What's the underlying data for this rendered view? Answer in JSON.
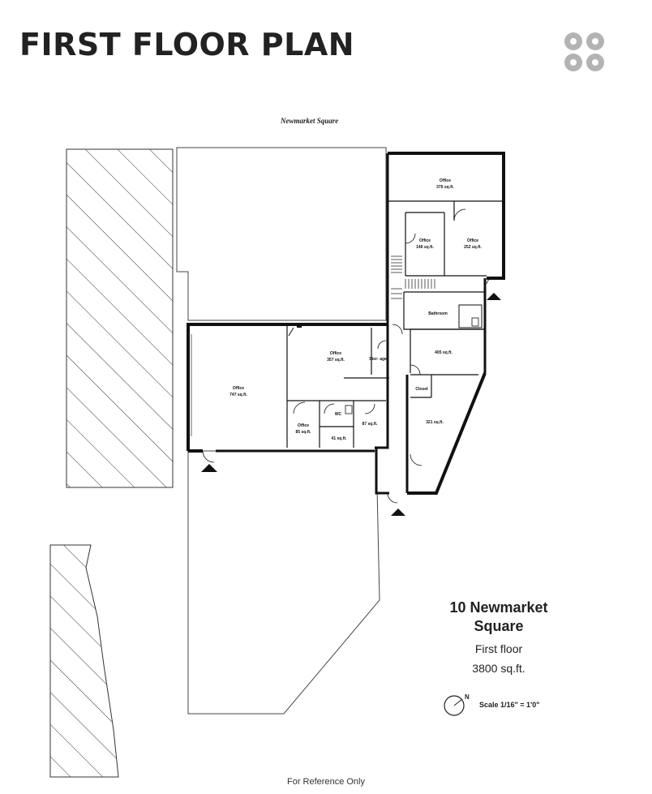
{
  "header": {
    "title": "FIRST FLOOR PLAN"
  },
  "brand": {
    "logo_icon": "four-circles-logo",
    "logo_color": "#b3b3b3"
  },
  "plan": {
    "street_label": "Newmarket Square",
    "rooms": {
      "office_376": {
        "name": "Office",
        "area": "376 sq.ft."
      },
      "office_146": {
        "name": "Office",
        "area": "146 sq.ft."
      },
      "office_252": {
        "name": "Office",
        "area": "252 sq.ft."
      },
      "bathroom": {
        "name": "Bathroom"
      },
      "room_405": {
        "area": "405 sq.ft."
      },
      "office_357": {
        "name": "Office",
        "area": "357 sq.ft."
      },
      "storage": {
        "name": "Stor-\nage"
      },
      "office_747": {
        "name": "Office",
        "area": "747 sq.ft."
      },
      "closet": {
        "name": "Closet"
      },
      "room_321": {
        "area": "321 sq.ft."
      },
      "office_85": {
        "name": "Office",
        "area": "85 sq.ft."
      },
      "wc": {
        "name": "WC"
      },
      "room_87": {
        "area": "87 sq.ft."
      },
      "room_41": {
        "area": "41 sq.ft."
      }
    },
    "entrance_icon": "entrance-triangle-icon"
  },
  "info": {
    "address_line1": "10 Newmarket",
    "address_line2": "Square",
    "floor": "First floor",
    "area": "3800 sq.ft.",
    "scale": "Scale 1/16\" = 1'0\"",
    "north": "N"
  },
  "footer": {
    "note": "For Reference Only"
  }
}
